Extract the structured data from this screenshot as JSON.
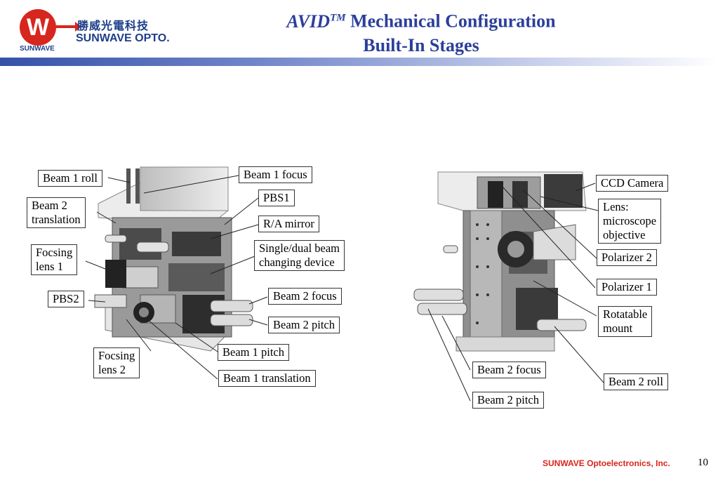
{
  "header": {
    "logo_letter": "W",
    "logo_small": "SUNWAVE",
    "logo_chinese": "勝威光電科技",
    "logo_english": "SUNWAVE OPTO.",
    "title_brand": "AVID",
    "title_trademark": "TM",
    "title_rest": "Mechanical Configuration",
    "subtitle": "Built-In Stages"
  },
  "left_figure": {
    "labels": {
      "beam1_roll": "Beam 1 roll",
      "beam1_focus": "Beam 1 focus",
      "pbs1": "PBS1",
      "beam2_translation_1": "Beam 2",
      "beam2_translation_2": "translation",
      "ra_mirror": "R/A mirror",
      "focusing_lens1_1": "Focsing",
      "focusing_lens1_2": "lens 1",
      "beam_changer_1": "Single/dual beam",
      "beam_changer_2": "changing device",
      "pbs2": "PBS2",
      "beam2_focus": "Beam 2 focus",
      "beam2_pitch": "Beam 2 pitch",
      "beam1_pitch": "Beam 1 pitch",
      "focusing_lens2_1": "Focsing",
      "focusing_lens2_2": "lens 2",
      "beam1_translation": "Beam 1 translation"
    }
  },
  "right_figure": {
    "labels": {
      "ccd_camera": "CCD Camera",
      "lens_1": "Lens:",
      "lens_2": "microscope",
      "lens_3": "objective",
      "polarizer2": "Polarizer 2",
      "polarizer1": "Polarizer 1",
      "rotatable_1": "Rotatable",
      "rotatable_2": "mount",
      "beam2_focus": "Beam 2 focus",
      "beam2_roll": "Beam 2 roll",
      "beam2_pitch": "Beam 2 pitch"
    }
  },
  "footer": {
    "company": "SUNWAVE Optoelectronics, Inc.",
    "page_number": "10"
  }
}
